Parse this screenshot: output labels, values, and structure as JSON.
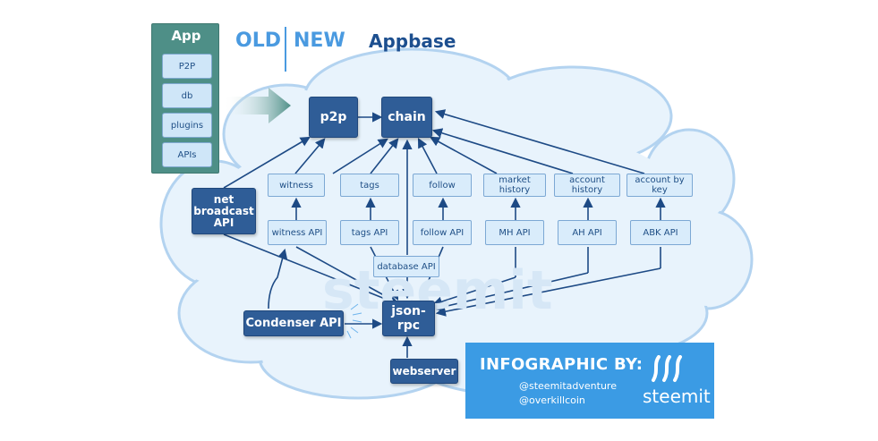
{
  "header": {
    "old": "OLD",
    "new": "NEW",
    "appbase": "Appbase"
  },
  "app_panel": {
    "title": "App",
    "items": [
      "P2P",
      "db",
      "plugins",
      "APIs"
    ]
  },
  "core": {
    "p2p": "p2p",
    "chain": "chain"
  },
  "plugins": [
    "witness",
    "tags",
    "follow",
    "market history",
    "account history",
    "account by key"
  ],
  "apis": [
    "witness API",
    "tags API",
    "follow API",
    "MH API",
    "AH API",
    "ABK API"
  ],
  "database_api": "database API",
  "net_broadcast": "net broadcast API",
  "condenser": "Condenser API",
  "jsonrpc": "json-rpc",
  "webserver": "webserver",
  "watermark": "steemit",
  "credit": {
    "title": "INFOGRAPHIC BY:",
    "authors": [
      "@steemitadventure",
      "@overkillcoin"
    ],
    "brand": "steemit"
  },
  "colors": {
    "dark_node": "#2f5d97",
    "light_node": "#d9ecfb",
    "arrow": "#1d4a85",
    "cloud": "#e8f3fc",
    "app_panel": "#4e8f87",
    "credit_bg": "#3b9be4"
  }
}
